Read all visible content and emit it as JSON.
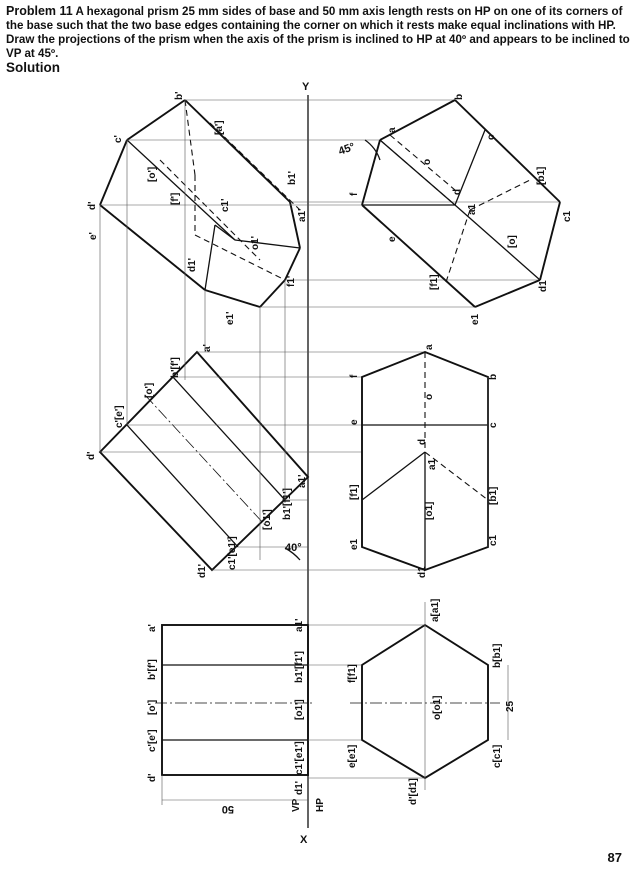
{
  "header": {
    "problem_label": "Problem 11",
    "problem_text": " A hexagonal prism 25 mm sides of base and 50 mm axis length rests on HP on one of its corners of the base such that the two base edges containing the corner on which it rests make equal inclinations with HP. Draw the projections of the prism when the axis of the prism is inclined to HP at 40º and appears to be inclined to VP at 45º.",
    "solution_label": "Solution"
  },
  "page_number": "87",
  "labels": {
    "x": "X",
    "y": "Y",
    "vp": "VP",
    "hp": "HP",
    "angle40": "40°",
    "angle45": "45°",
    "dim25": "25",
    "dim50": "50",
    "stage1_front": [
      "d'",
      "c'[e']",
      "[o']",
      "b'[f']",
      "a'"
    ],
    "stage1_top_left": [
      "d'[d1]",
      "e[e1]",
      "o[o1]",
      "f[f1]"
    ],
    "stage1_top_right": [
      "c[c1]",
      "b[b1]",
      "a[a1]"
    ],
    "stage1_front_base": [
      "d1'",
      "c1'[e1']",
      "[o1']",
      "b1'[f1']",
      "a1'"
    ],
    "stage2_front": [
      "d'",
      "c'[e']",
      "[o']",
      "b'[f']",
      "a'",
      "d1'",
      "c1'[e1']",
      "[o1']",
      "b1'[f1']",
      "a1'"
    ],
    "stage2_top": [
      "f",
      "a",
      "e",
      "[f1]",
      "o",
      "e1",
      "d",
      "[o1]",
      "d1",
      "a1",
      "b",
      "c",
      "[b1]",
      "c1"
    ],
    "stage3_front": [
      "b'",
      "c'",
      "d'",
      "e'",
      "[o']",
      "[f']",
      "[a']",
      "c1'",
      "o1'",
      "d1'",
      "e1'",
      "b1'",
      "a1'",
      "f1'"
    ],
    "stage3_top": [
      "b",
      "a",
      "c",
      "o",
      "f",
      "d",
      "[b1]",
      "a1",
      "e",
      "[o]",
      "[f1]",
      "d1",
      "c1",
      "e1"
    ]
  }
}
